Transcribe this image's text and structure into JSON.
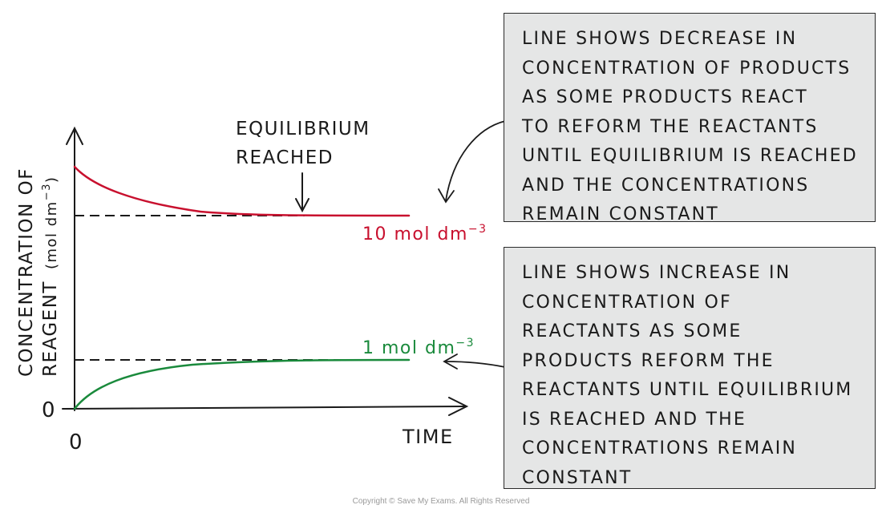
{
  "colors": {
    "products_curve": "#c8102e",
    "reactants_curve": "#1a8a3c",
    "ink": "#1a1a1a",
    "note_fill": "#e5e6e6"
  },
  "axes": {
    "y_label_line1": "CONCENTRATION OF",
    "y_label_line2": "REAGENT",
    "y_unit": "(mol dm",
    "y_unit_exp": "−3",
    "y_unit_close": ")",
    "x_label": "TIME",
    "origin_x": "0",
    "origin_y": "0"
  },
  "annotations": {
    "equilibrium_line1": "EQUILIBRIUM",
    "equilibrium_line2": "REACHED",
    "products_value": "10 mol dm",
    "products_exp": "−3",
    "reactants_value": "1 mol dm",
    "reactants_exp": "−3"
  },
  "notes": {
    "top": [
      "LINE  SHOWS  DECREASE  IN",
      "CONCENTRATION  OF  PRODUCTS",
      "AS  SOME  PRODUCTS  REACT",
      "TO  REFORM  THE  REACTANTS",
      "UNTIL  EQUILIBRIUM  IS  REACHED",
      "AND  THE  CONCENTRATIONS",
      "REMAIN  CONSTANT"
    ],
    "bottom": [
      "LINE  SHOWS  INCREASE  IN",
      "CONCENTRATION  OF",
      "REACTANTS  AS  SOME",
      "PRODUCTS  REFORM  THE",
      "REACTANTS  UNTIL  EQUILIBRIUM",
      "IS  REACHED  AND  THE",
      "CONCENTRATIONS  REMAIN",
      "CONSTANT"
    ]
  },
  "footer": {
    "copyright": "Copyright © Save My Exams. All Rights Reserved"
  }
}
